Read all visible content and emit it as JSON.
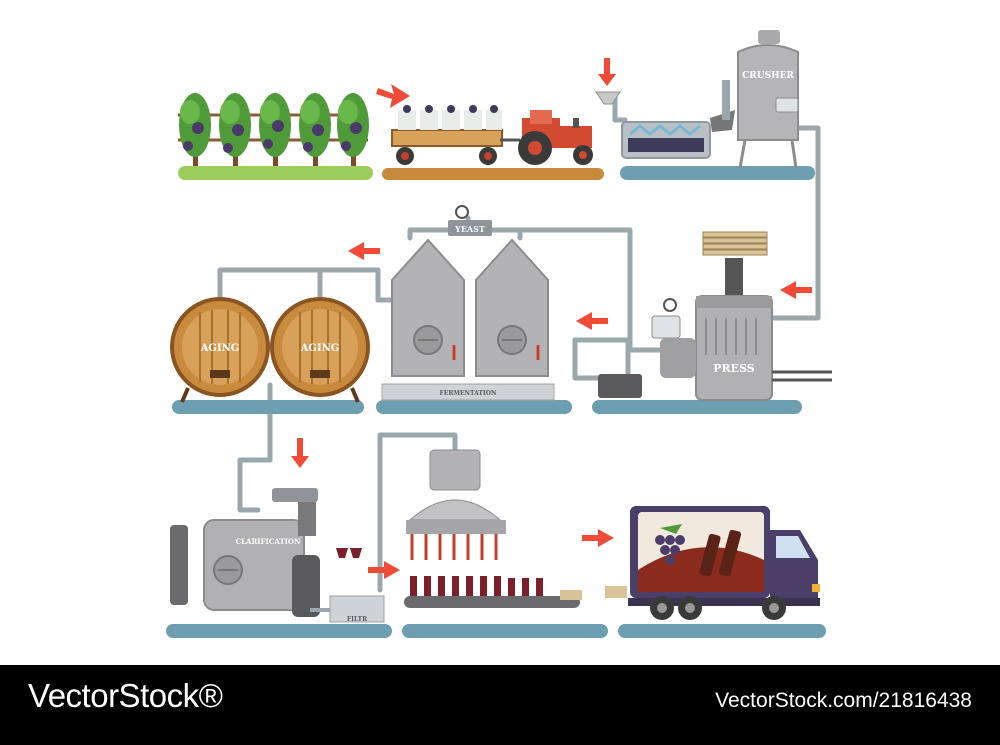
{
  "labels": {
    "crusher": "CRUSHER",
    "yeast": "YEAST",
    "fermentation": "FERMENTATION",
    "press": "PRESS",
    "aging_1": "AGING",
    "aging_2": "AGING",
    "clarification": "CLARIFICATION",
    "filter": "FILTR"
  },
  "watermark": {
    "left": "VectorStock®",
    "right": "VectorStock.com/21816438"
  },
  "colors": {
    "arrow": "#ef4b36",
    "base": "#6e9fb0",
    "grass": "#9ccc5b",
    "pipe": "#9aa7ad",
    "steel": "#a9a9ab",
    "barrel": "#c88a3d",
    "truck_cab": "#4a3f68"
  }
}
